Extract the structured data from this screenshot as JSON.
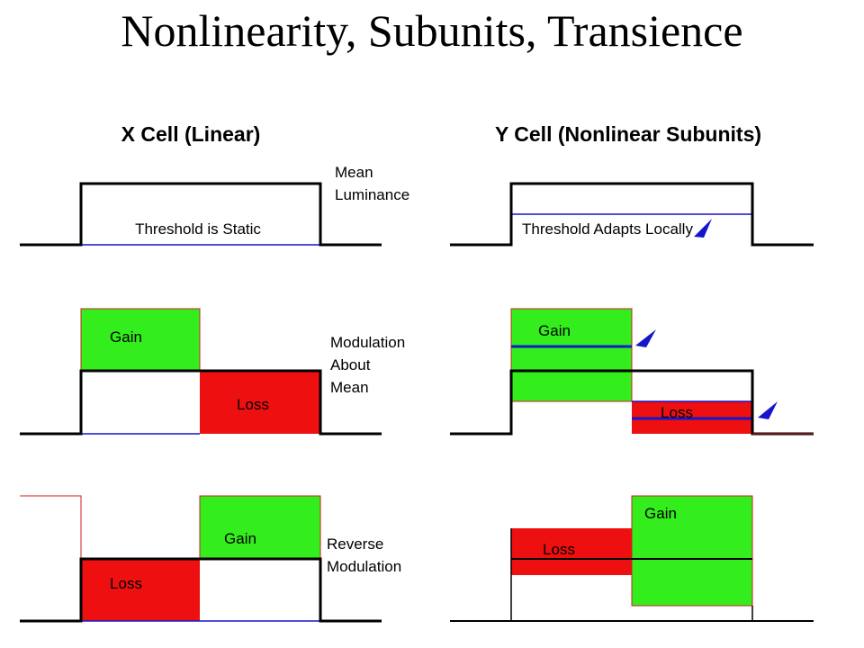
{
  "title": "Nonlinearity, Subunits, Transience",
  "x_cell": {
    "heading": "X Cell (Linear)",
    "row1": {
      "threshold_label": "Threshold is Static",
      "side_label": [
        "Mean",
        "Luminance"
      ]
    },
    "row2": {
      "gain_label": "Gain",
      "loss_label": "Loss",
      "side_label": [
        "Modulation",
        "About",
        "Mean"
      ]
    },
    "row3": {
      "gain_label": "Gain",
      "loss_label": "Loss",
      "side_label": [
        "Reverse",
        "Modulation"
      ]
    }
  },
  "y_cell": {
    "heading": "Y Cell (Nonlinear Subunits)",
    "row1": {
      "threshold_label": "Threshold Adapts Locally"
    },
    "row2": {
      "gain_label": "Gain",
      "loss_label": "Loss"
    },
    "row3": {
      "gain_label": "Gain",
      "loss_label": "Loss"
    }
  },
  "colors": {
    "gain": "#33ee1c",
    "loss": "#ee1010",
    "threshold": "#1515cc",
    "trace": "#000000"
  }
}
